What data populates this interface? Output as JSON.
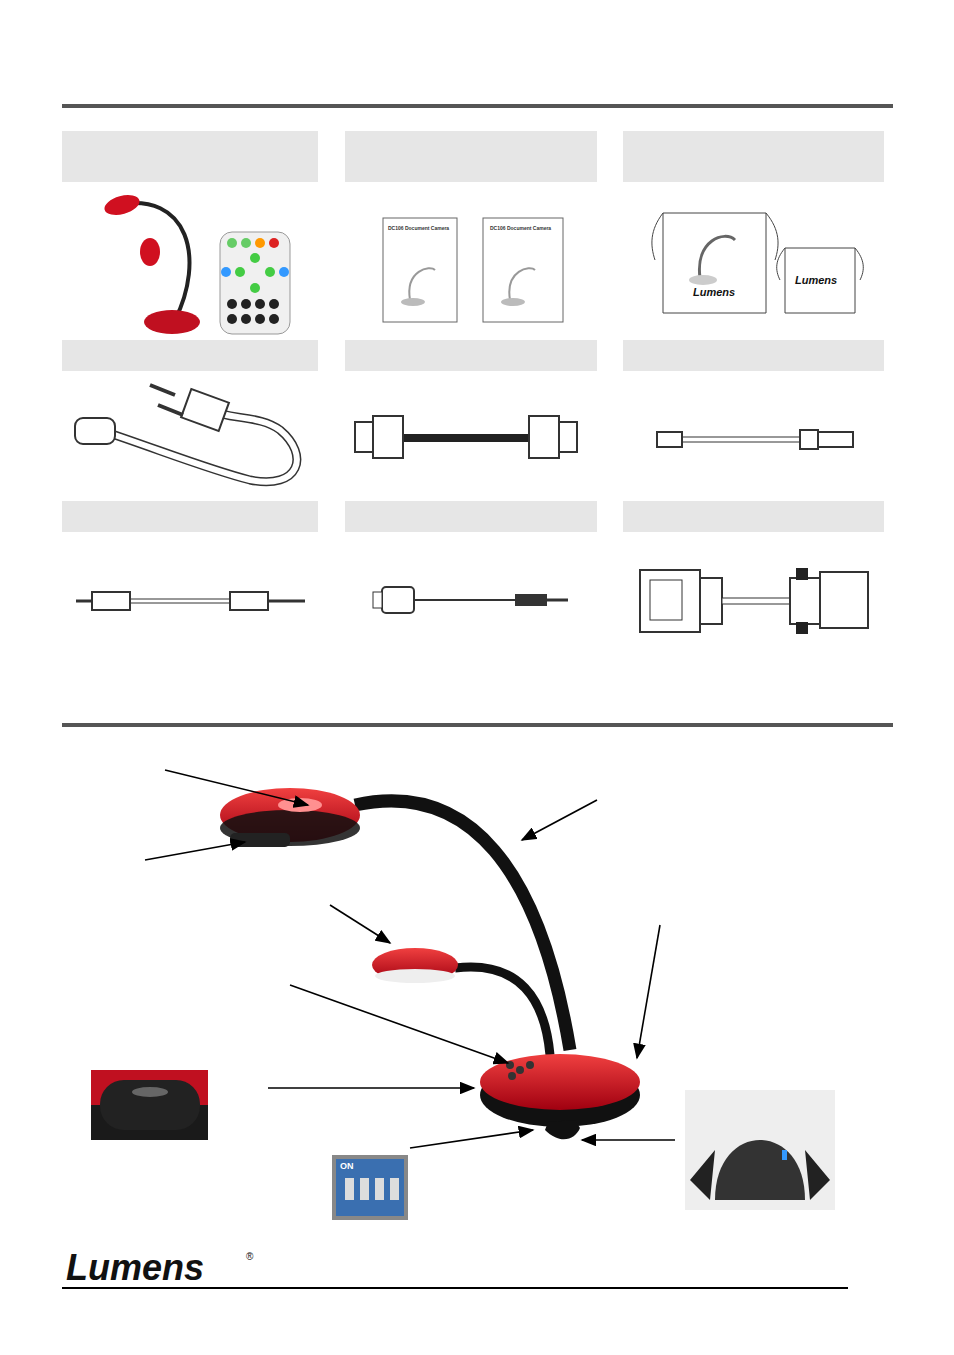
{
  "diagram": {
    "labels": [
      "DC106 Document Camera",
      "DC106 Document Camera",
      "Lumens",
      "Lumens",
      "ON",
      "Lumens",
      "®"
    ]
  }
}
